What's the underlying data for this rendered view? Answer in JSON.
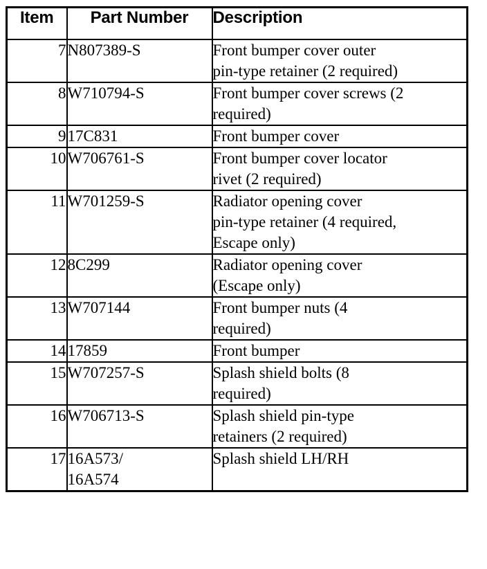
{
  "table": {
    "columns": [
      {
        "key": "item",
        "label": "Item",
        "align": "center"
      },
      {
        "key": "part_number",
        "label": "Part Number",
        "align": "center"
      },
      {
        "key": "description",
        "label": "Description",
        "align": "left"
      }
    ],
    "rows": [
      {
        "item": "7",
        "part_number": "N807389-S",
        "description": "Front bumper cover outer\npin-type retainer (2 required)"
      },
      {
        "item": "8",
        "part_number": "W710794-S",
        "description": "Front bumper cover screws (2\nrequired)"
      },
      {
        "item": "9",
        "part_number": "17C831",
        "description": "Front bumper cover"
      },
      {
        "item": "10",
        "part_number": "W706761-S",
        "description": "Front bumper cover locator\nrivet (2 required)"
      },
      {
        "item": "11",
        "part_number": "W701259-S",
        "description": "Radiator opening cover\npin-type retainer (4 required,\nEscape only)"
      },
      {
        "item": "12",
        "part_number": "8C299",
        "description": "Radiator opening cover\n(Escape only)"
      },
      {
        "item": "13",
        "part_number": "W707144",
        "description": "Front bumper nuts (4\nrequired)"
      },
      {
        "item": "14",
        "part_number": "17859",
        "description": "Front bumper"
      },
      {
        "item": "15",
        "part_number": "W707257-S",
        "description": "Splash shield bolts (8\nrequired)"
      },
      {
        "item": "16",
        "part_number": "W706713-S",
        "description": "Splash shield pin-type\nretainers (2 required)"
      },
      {
        "item": "17",
        "part_number": "16A573/\n16A574",
        "description": "Splash shield LH/RH"
      }
    ]
  },
  "colors": {
    "border": "#000000",
    "text": "#000000",
    "background": "#ffffff"
  }
}
